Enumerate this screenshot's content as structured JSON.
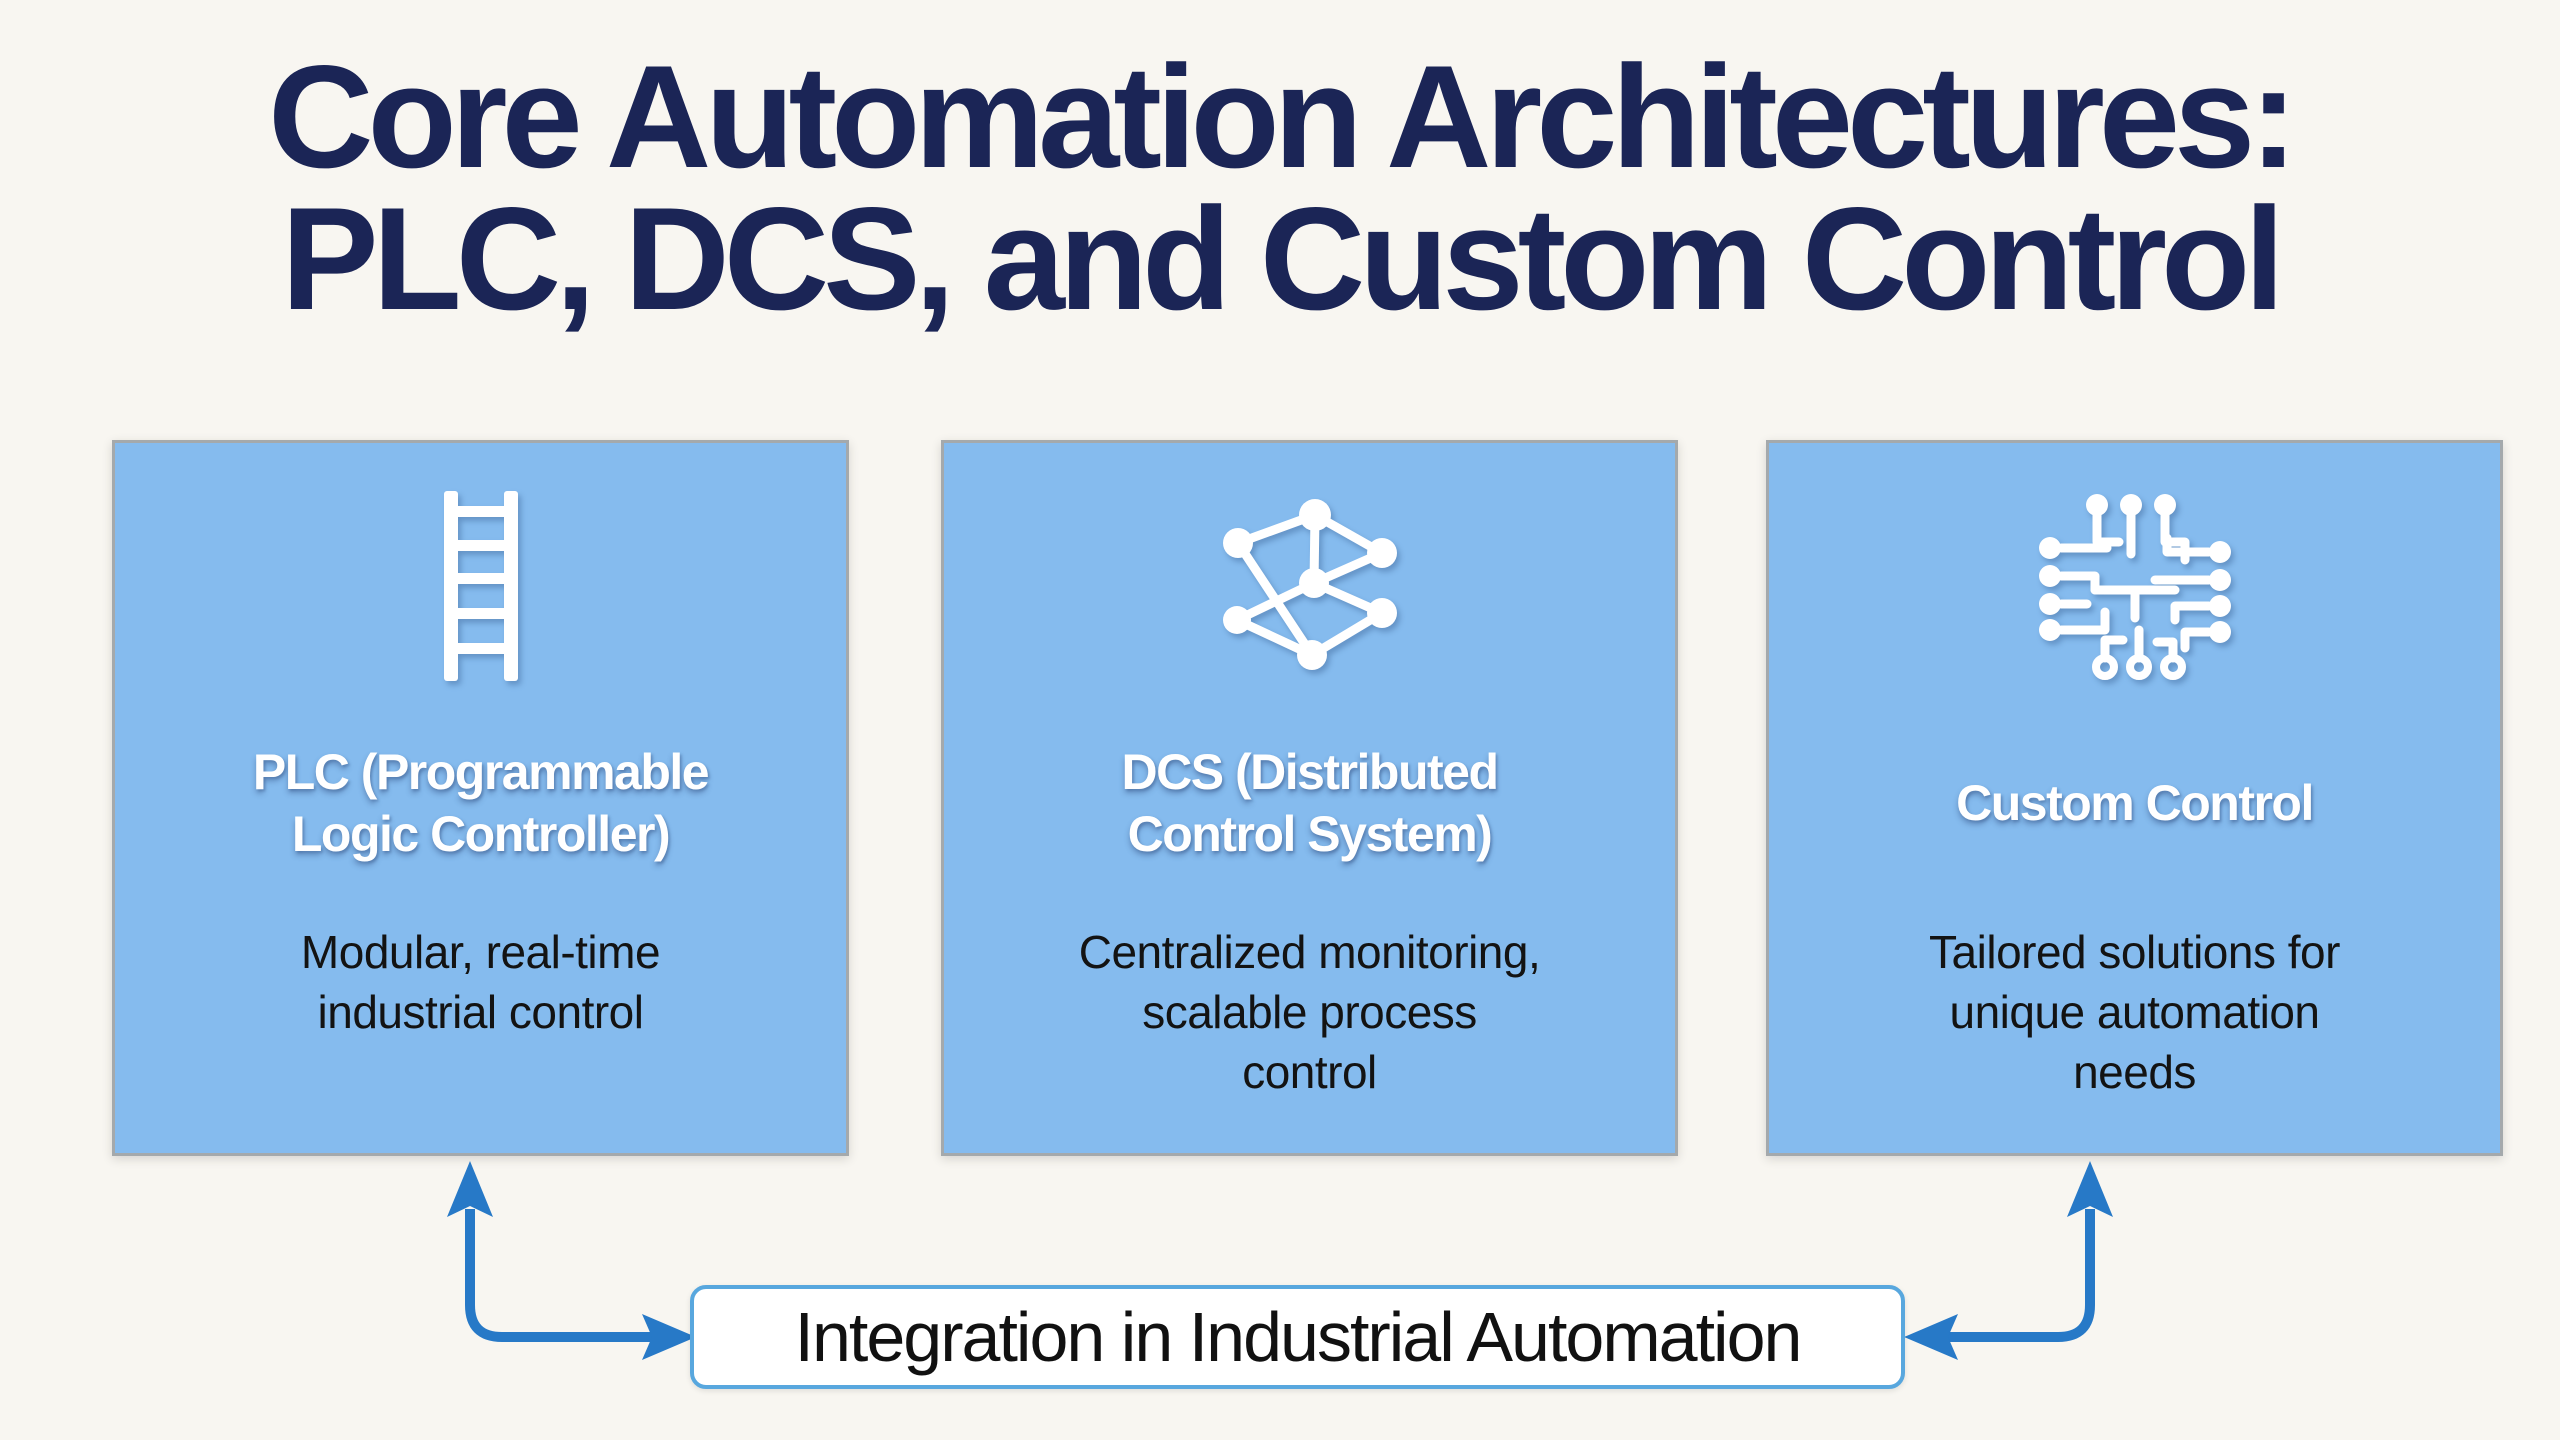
{
  "title": "Core Automation Architectures:\nPLC, DCS, and Custom Control",
  "cards": [
    {
      "icon": "ladder-icon",
      "heading": "PLC (Programmable\nLogic Controller)",
      "body": "Modular, real-time\nindustrial control"
    },
    {
      "icon": "network-icon",
      "heading": "DCS (Distributed\nControl System)",
      "body": "Centralized monitoring,\nscalable process\ncontrol"
    },
    {
      "icon": "circuit-icon",
      "heading": "Custom Control",
      "body": "Tailored solutions for\nunique automation\nneeds"
    }
  ],
  "integration": {
    "label": "Integration in Industrial Automation"
  },
  "colors": {
    "background": "#f8f6f1",
    "title_text": "#1b2556",
    "card_bg": "#85bbee",
    "card_border": "#a4a9ac",
    "card_heading_text": "#ffffff",
    "card_body_text": "#131313",
    "arrow": "#2779c7",
    "integration_border": "#58a7de",
    "integration_bg": "#ffffff"
  }
}
